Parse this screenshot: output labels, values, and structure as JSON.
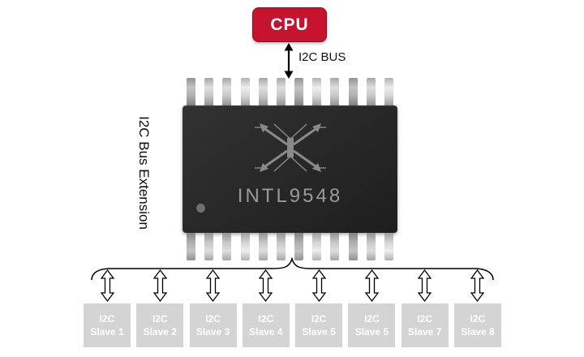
{
  "cpu": {
    "label": "CPU"
  },
  "bus_label": "I2C BUS",
  "side_label": "I2C Bus Extension",
  "chip": {
    "name": "INTL9548",
    "pins_per_side": 12
  },
  "slaves": [
    {
      "line1": "I2C",
      "line2": "Slave 1"
    },
    {
      "line1": "I2C",
      "line2": "Slave 2"
    },
    {
      "line1": "I2C",
      "line2": "Slave 3"
    },
    {
      "line1": "I2C",
      "line2": "Slave 4"
    },
    {
      "line1": "I2C",
      "line2": "Slave 5"
    },
    {
      "line1": "I2C",
      "line2": "Slave 5"
    },
    {
      "line1": "I2C",
      "line2": "Slave 7"
    },
    {
      "line1": "I2C",
      "line2": "Slave 8"
    }
  ],
  "colors": {
    "cpu_bg": "#c4122f",
    "chip_body": "#262626",
    "chip_text": "#9a9a9a",
    "slave_bg": "#d4d4d4",
    "slave_text": "#ffffff"
  }
}
